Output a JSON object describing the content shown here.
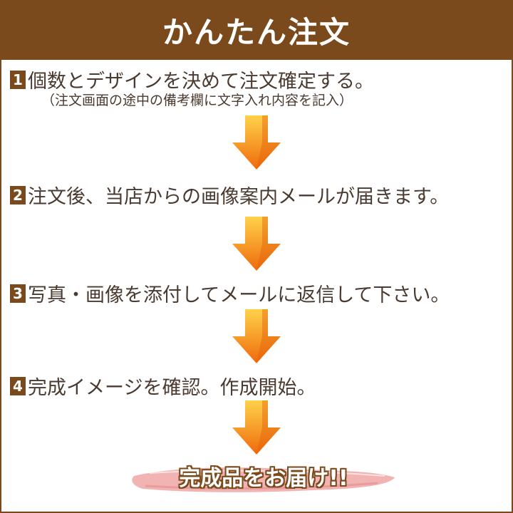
{
  "header": {
    "title": "かんたん注文"
  },
  "steps": [
    {
      "num": "1",
      "text": "個数とデザインを決めて注文確定する。"
    },
    {
      "num": "2",
      "text": "注文後、当店からの画像案内メールが届きます。"
    },
    {
      "num": "3",
      "text": "写真・画像を添付してメールに返信して下さい。"
    },
    {
      "num": "4",
      "text": "完成イメージを確認。作成開始。"
    }
  ],
  "step1_note": "（注文画面の途中の備考欄に文字入れ内容を記入）",
  "final": {
    "text": "完成品をお届け!!"
  },
  "colors": {
    "header_bg": "#7b4a1c",
    "step_num_bg": "#7a4a1c",
    "text": "#4a3a30",
    "arrow_top": "#ffd24a",
    "arrow_bottom": "#ee6a0c",
    "brush": "#f0a6a6"
  },
  "icons": {
    "arrow": "down-arrow-icon",
    "brush": "brush-stroke"
  }
}
